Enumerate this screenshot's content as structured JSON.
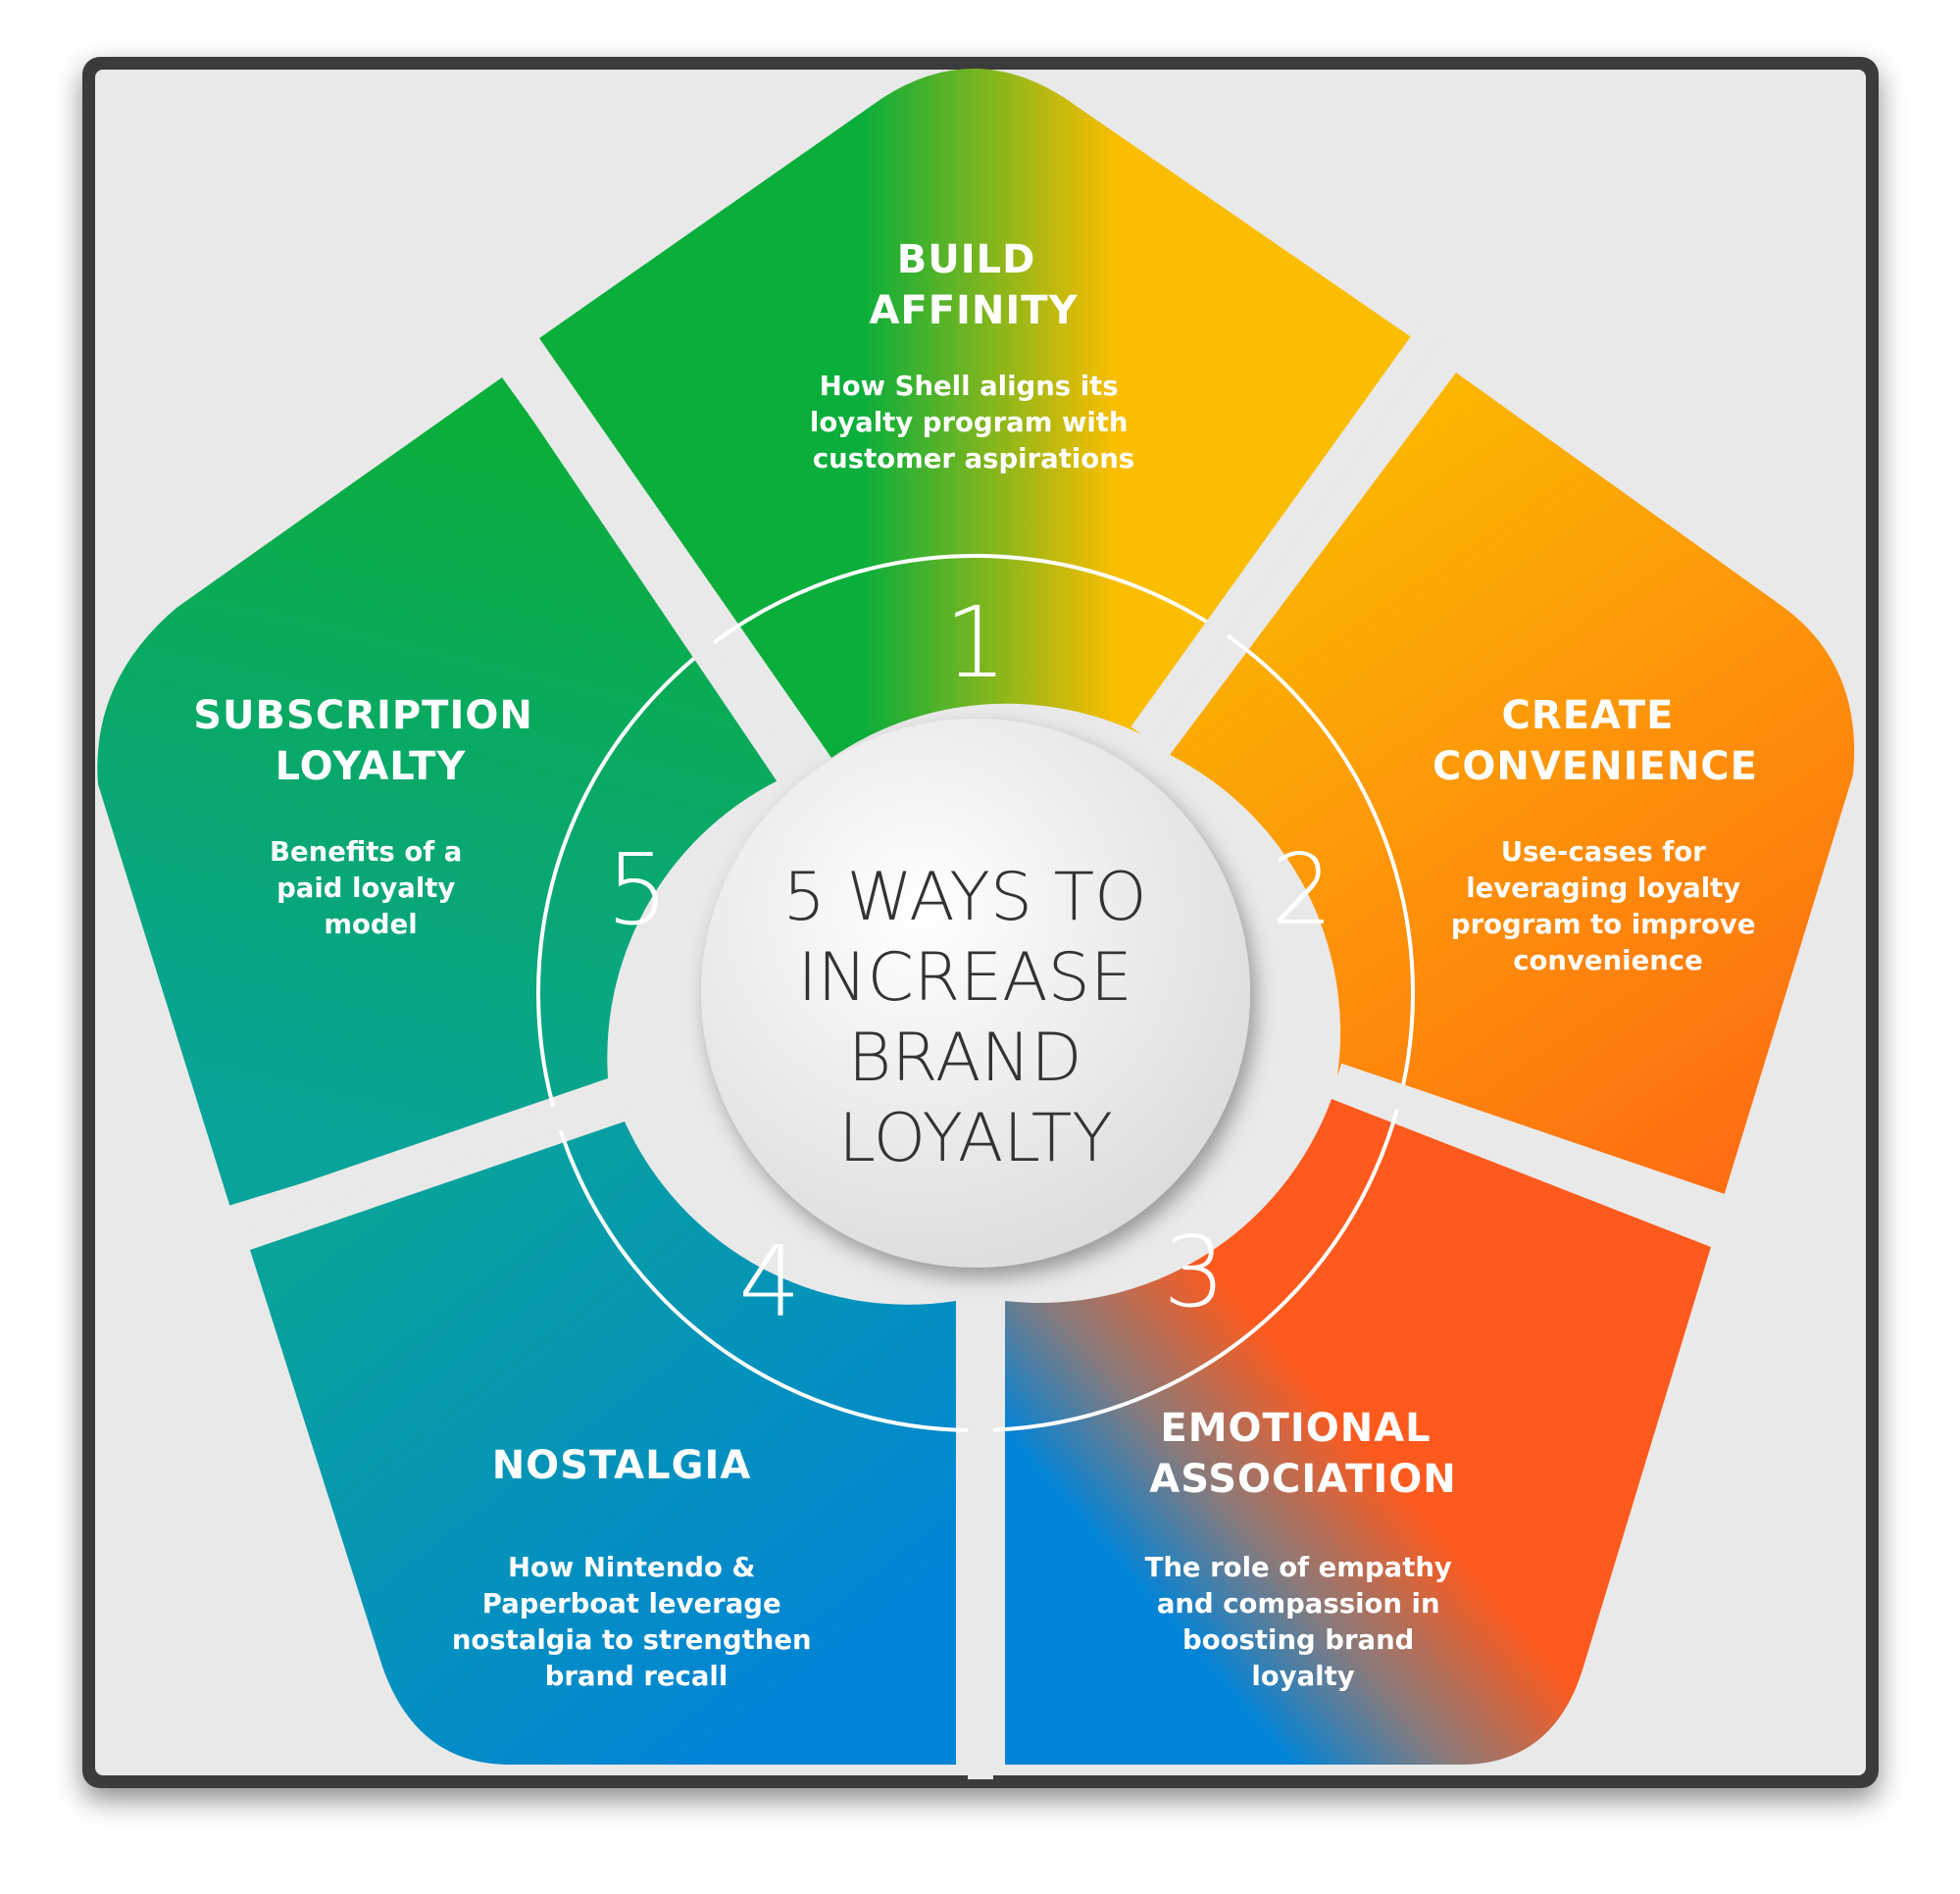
{
  "colors": {
    "background": "#e9e9e9",
    "frame": "#3a3a3a",
    "green": "#0aae3b",
    "yellow": "#fbbd00",
    "orange": "#ff6f12",
    "red_orange": "#fe5a1d",
    "teal": "#08a39a",
    "blue": "#0284d7",
    "center_fill": "#f3f3f3",
    "center_text": "#333333"
  },
  "center": {
    "lines": [
      "5 WAYS TO",
      "INCREASE",
      "BRAND",
      "LOYALTY"
    ]
  },
  "segments": [
    {
      "number": "1",
      "title": [
        "BUILD",
        "AFFINITY"
      ],
      "description": [
        "How Shell aligns its",
        "loyalty program with",
        "customer aspirations"
      ]
    },
    {
      "number": "2",
      "title": [
        "CREATE",
        "CONVENIENCE"
      ],
      "description": [
        "Use-cases for",
        "leveraging loyalty",
        "program to improve",
        "convenience"
      ]
    },
    {
      "number": "3",
      "title": [
        "EMOTIONAL",
        "ASSOCIATION"
      ],
      "description": [
        "The role of empathy",
        "and compassion in",
        "boosting brand",
        "loyalty"
      ]
    },
    {
      "number": "4",
      "title": [
        "NOSTALGIA"
      ],
      "description": [
        "How Nintendo &",
        "Paperboat leverage",
        "nostalgia to strengthen",
        "brand recall"
      ]
    },
    {
      "number": "5",
      "title": [
        "SUBSCRIPTION",
        "LOYALTY"
      ],
      "description": [
        "Benefits of a",
        "paid loyalty",
        "model"
      ]
    }
  ]
}
